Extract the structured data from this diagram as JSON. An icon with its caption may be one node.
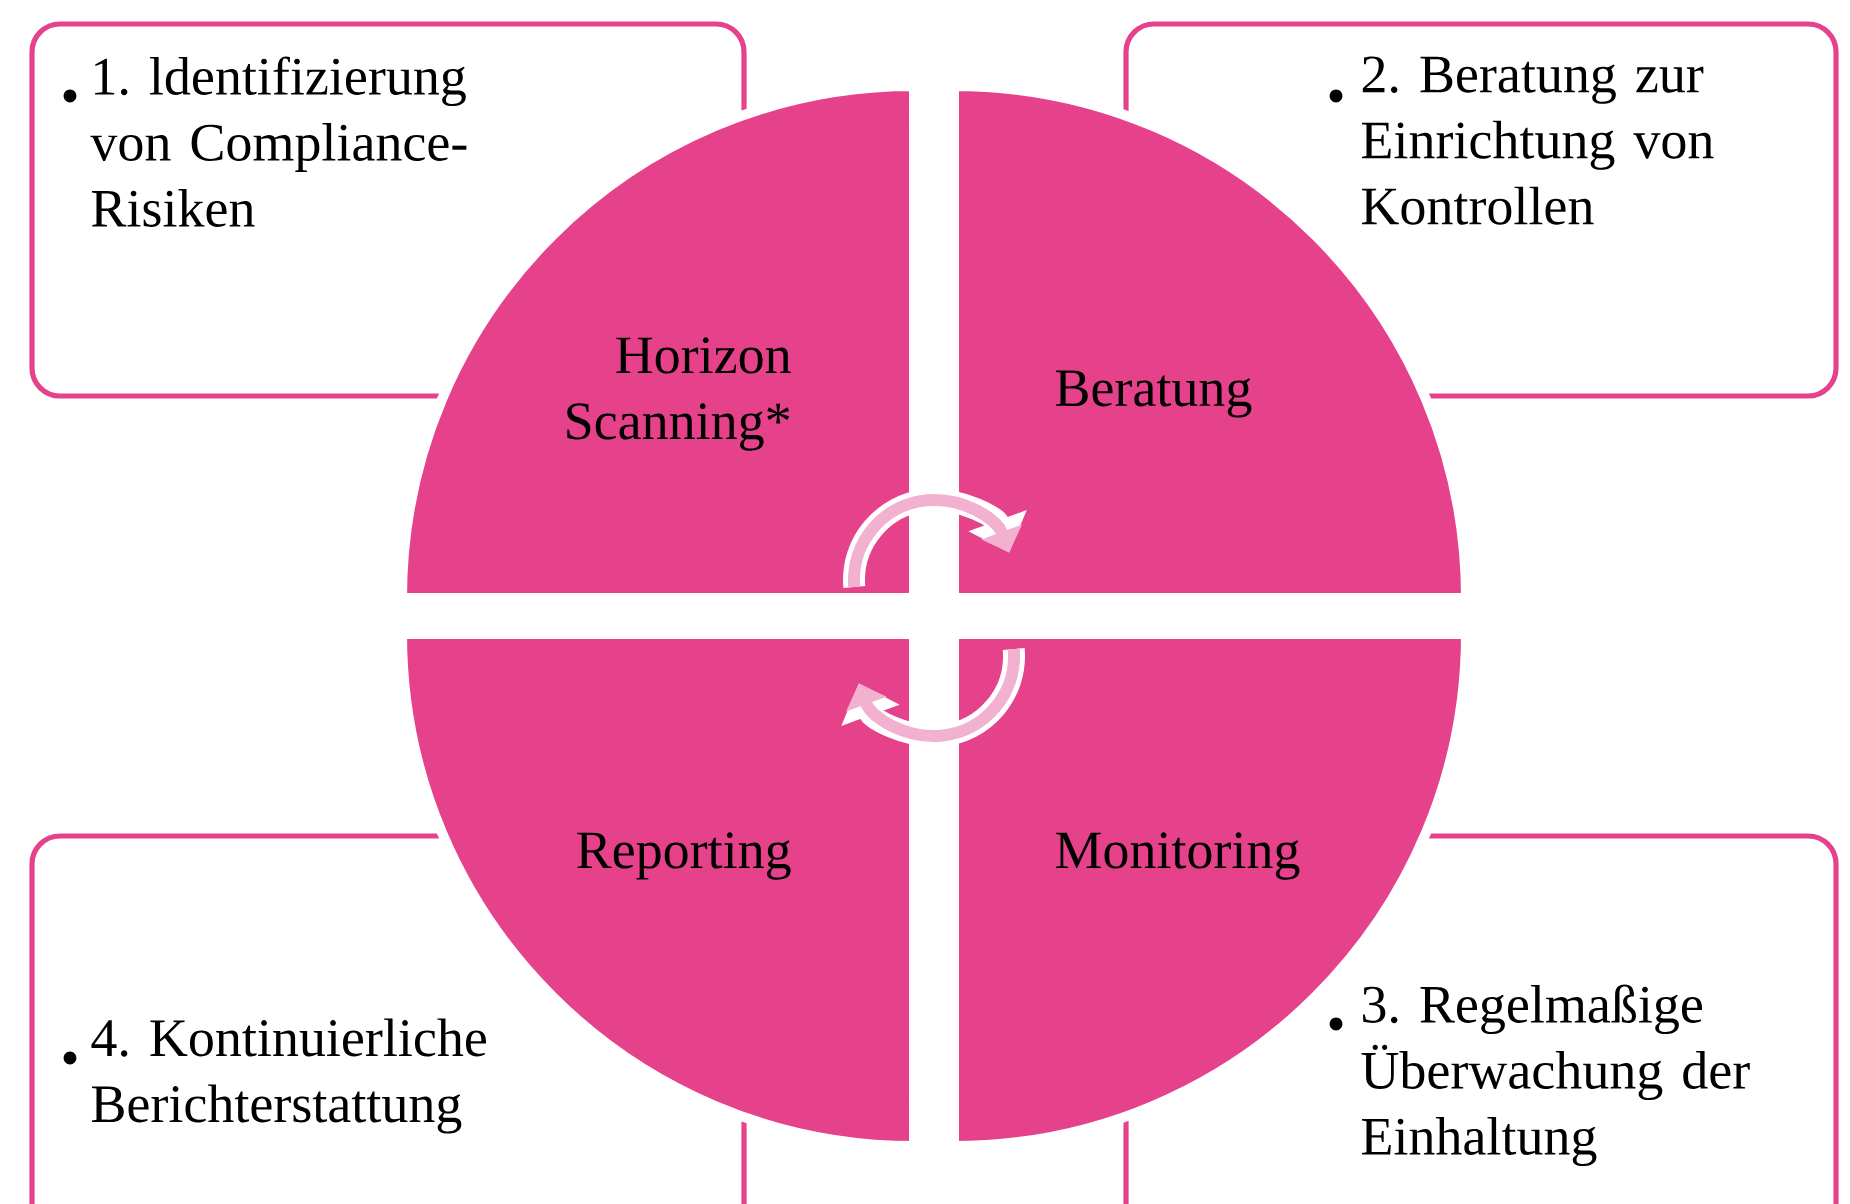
{
  "diagram": {
    "nodes": [
      {
        "text": [
          "1. ldentifizierung von Compliance-Risiken"
        ]
      },
      {
        "text": [
          "2. Beratung zur Einrichtung von Kontrollen"
        ]
      },
      {
        "text": [
          "Horizon Scanning*"
        ]
      },
      {
        "text": [
          "Beratung"
        ]
      },
      {
        "text": [
          "Reporting"
        ]
      },
      {
        "text": [
          "Monitoring"
        ]
      },
      {
        "text": [
          "4. Kontinuierliche Berichterstattung"
        ]
      },
      {
        "text": [
          "3. Regelmaßige Überwachung der Einhaltung"
        ]
      }
    ],
    "edges": [
      {
        "from": 2,
        "to": 3,
        "arrow": "to"
      },
      {
        "from": 5,
        "to": 4,
        "arrow": "to"
      }
    ]
  }
}
